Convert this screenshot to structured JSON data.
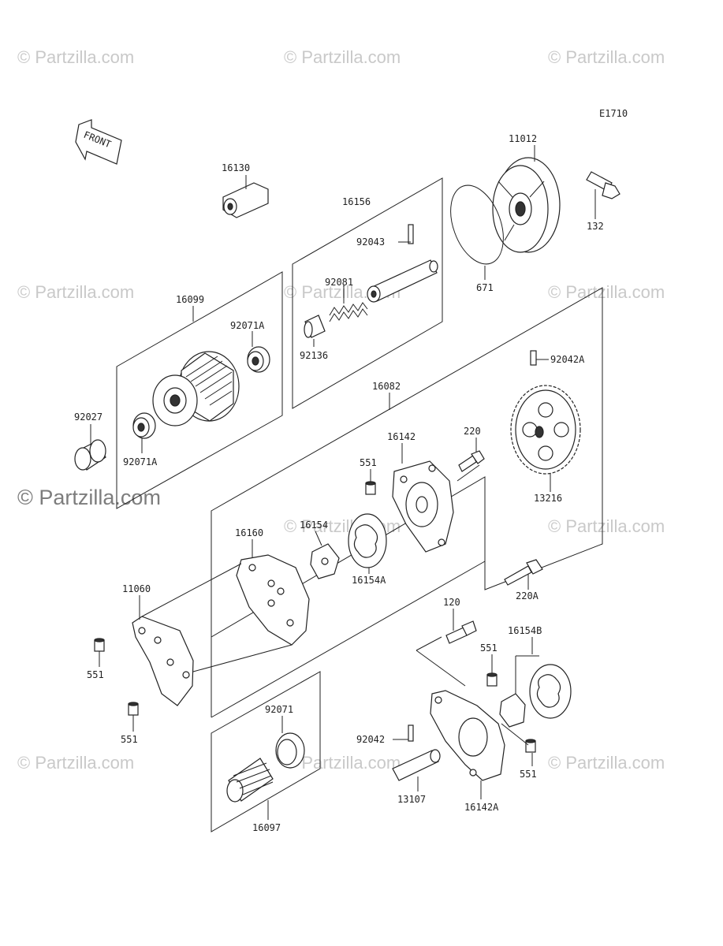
{
  "diagram_code": "E1710",
  "front_label": "FRONT",
  "watermark": "© Partzilla.com",
  "parts": {
    "p16130": "16130",
    "p16156": "16156",
    "p92043": "92043",
    "p92081": "92081",
    "p92136": "92136",
    "p11012": "11012",
    "p132": "132",
    "p671": "671",
    "p16099": "16099",
    "p92071A_top": "92071A",
    "p92027": "92027",
    "p92071A_bot": "92071A",
    "p92042A": "92042A",
    "p16082": "16082",
    "p16142": "16142",
    "p220": "220",
    "p551_a": "551",
    "p13216": "13216",
    "p16160": "16160",
    "p16154": "16154",
    "p16154A": "16154A",
    "p220A": "220A",
    "p11060": "11060",
    "p551_b": "551",
    "p551_c": "551",
    "p120": "120",
    "p16154B": "16154B",
    "p551_d": "551",
    "p92071": "92071",
    "p92042": "92042",
    "p551_e": "551",
    "p13107": "13107",
    "p16142A": "16142A",
    "p16097": "16097"
  }
}
